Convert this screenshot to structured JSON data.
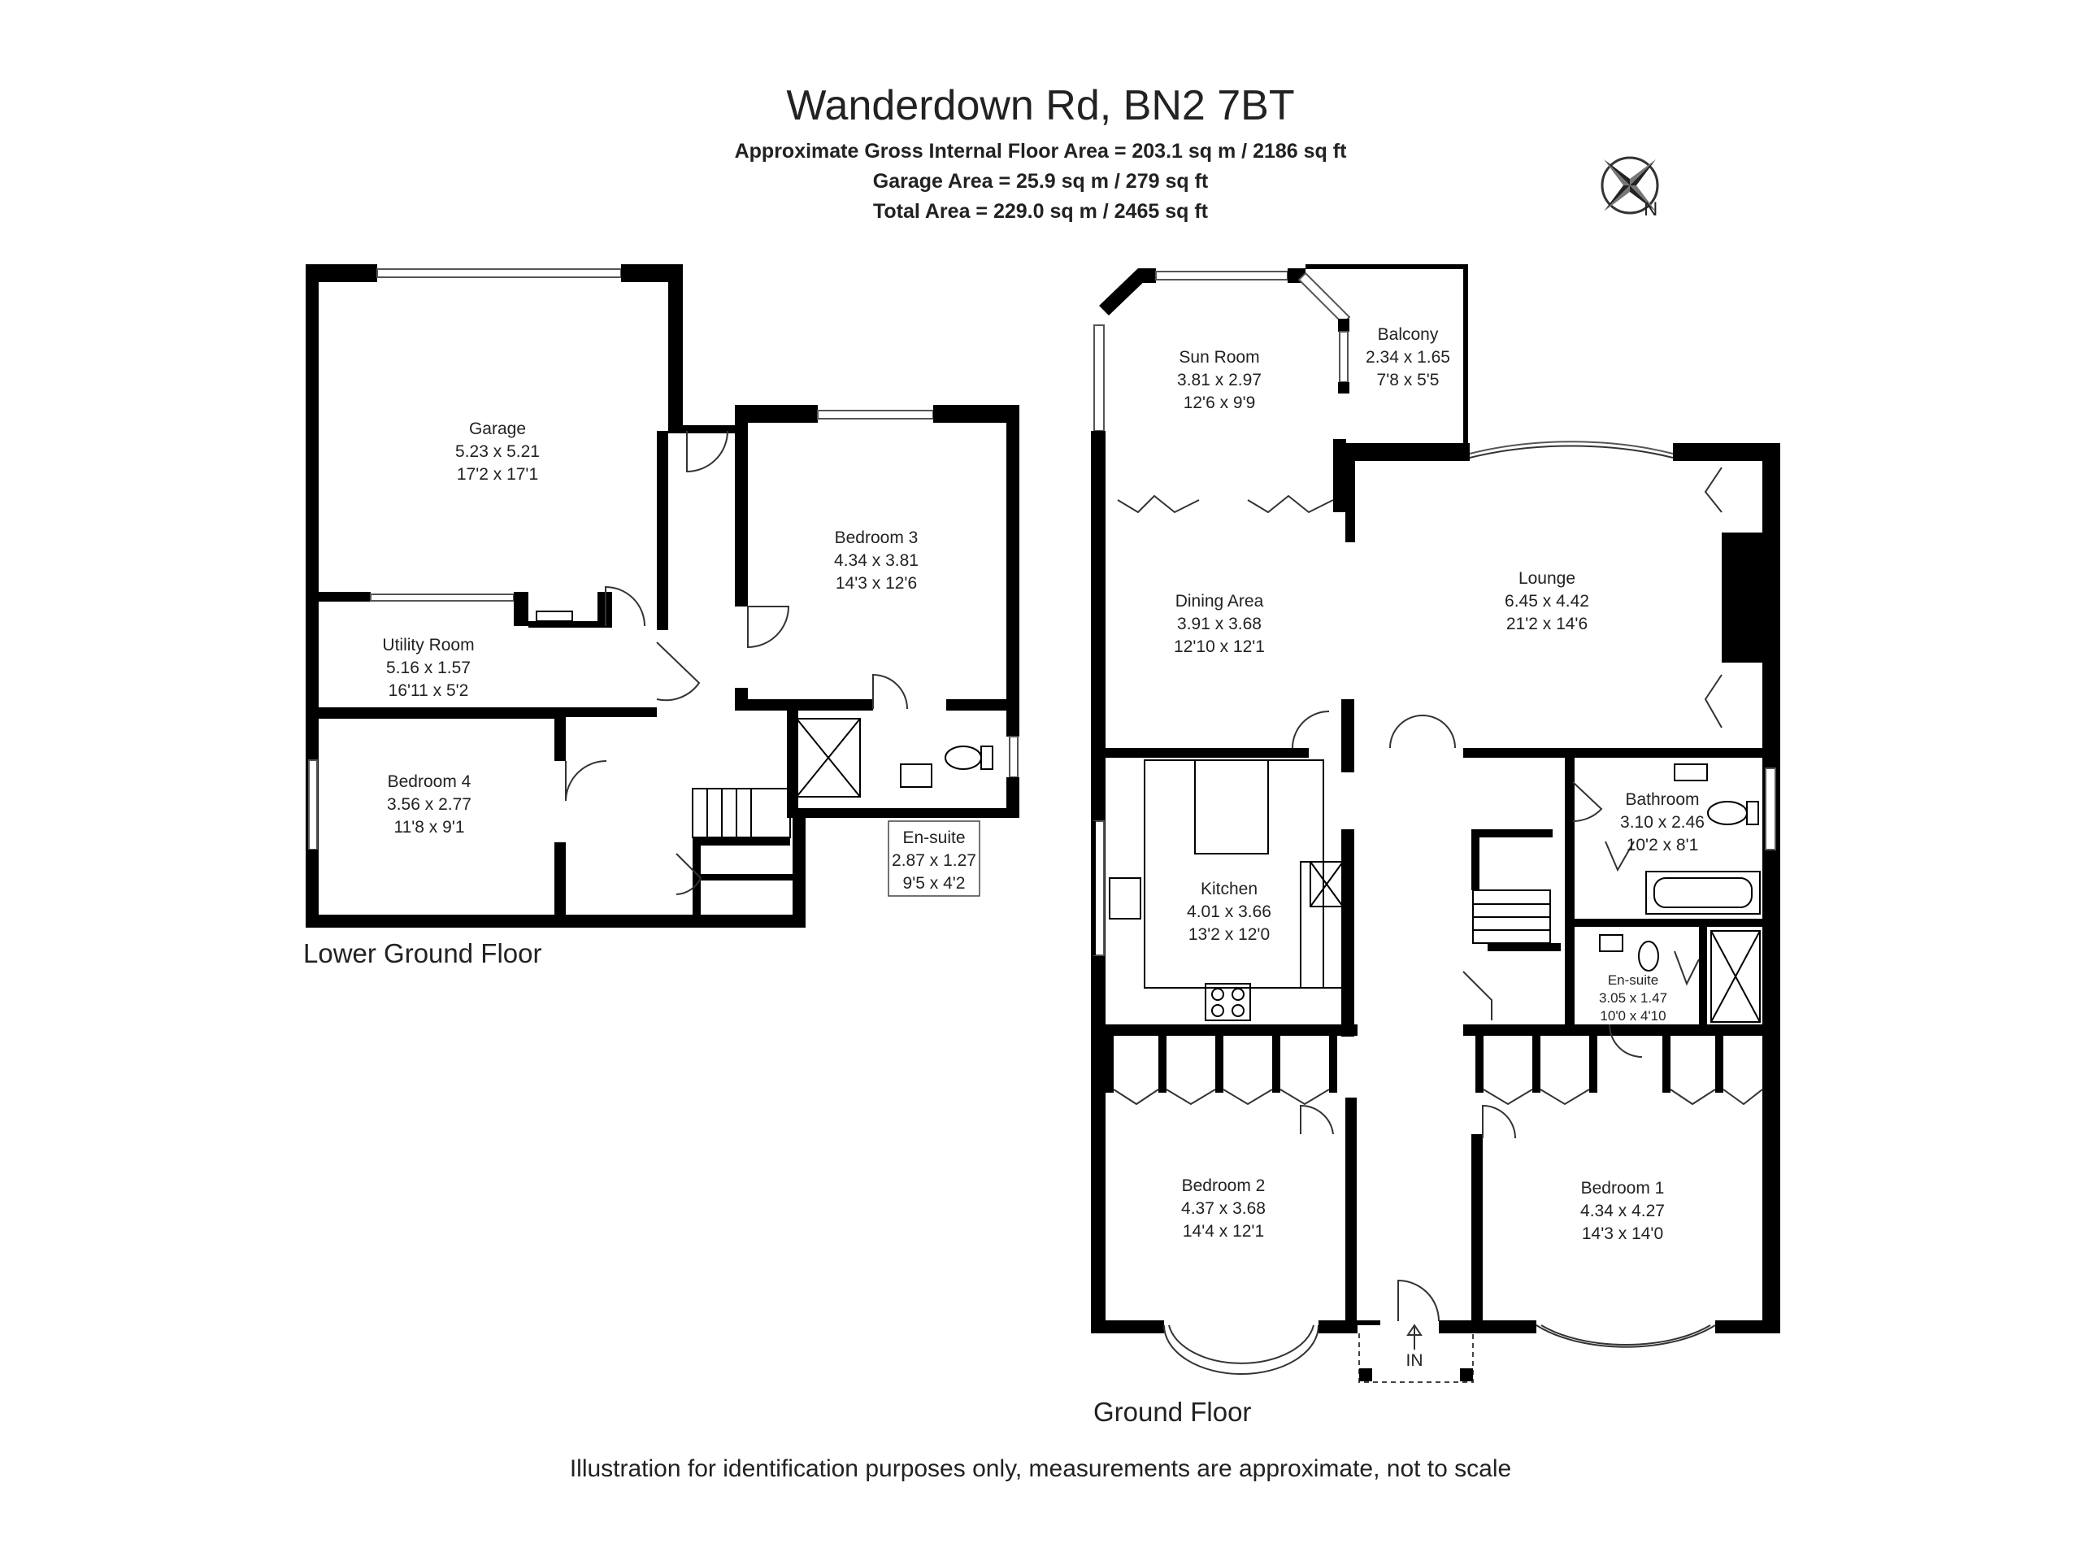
{
  "header": {
    "title": "Wanderdown Rd, BN2 7BT",
    "gross_area": "Approximate Gross Internal Floor Area = 203.1 sq m / 2186 sq ft",
    "garage_area": "Garage Area = 25.9 sq m / 279 sq ft",
    "total_area": "Total Area = 229.0 sq m / 2465 sq ft"
  },
  "compass": {
    "north_label": "N"
  },
  "floors": {
    "lower": {
      "label": "Lower Ground Floor",
      "rooms": {
        "garage": {
          "name": "Garage",
          "metric": "5.23 x 5.21",
          "imperial": "17'2 x 17'1"
        },
        "utility": {
          "name": "Utility Room",
          "metric": "5.16 x 1.57",
          "imperial": "16'11 x 5'2"
        },
        "bedroom3": {
          "name": "Bedroom 3",
          "metric": "4.34 x 3.81",
          "imperial": "14'3 x 12'6"
        },
        "bedroom4": {
          "name": "Bedroom 4",
          "metric": "3.56 x 2.77",
          "imperial": "11'8 x 9'1"
        },
        "ensuite": {
          "name": "En-suite",
          "metric": "2.87 x 1.27",
          "imperial": "9'5 x 4'2"
        }
      }
    },
    "ground": {
      "label": "Ground Floor",
      "entrance_label": "IN",
      "rooms": {
        "sunroom": {
          "name": "Sun Room",
          "metric": "3.81 x 2.97",
          "imperial": "12'6 x 9'9"
        },
        "balcony": {
          "name": "Balcony",
          "metric": "2.34 x 1.65",
          "imperial": "7'8 x 5'5"
        },
        "dining": {
          "name": "Dining Area",
          "metric": "3.91 x 3.68",
          "imperial": "12'10 x 12'1"
        },
        "lounge": {
          "name": "Lounge",
          "metric": "6.45 x 4.42",
          "imperial": "21'2 x 14'6"
        },
        "kitchen": {
          "name": "Kitchen",
          "metric": "4.01 x 3.66",
          "imperial": "13'2 x 12'0"
        },
        "bathroom": {
          "name": "Bathroom",
          "metric": "3.10 x 2.46",
          "imperial": "10'2 x 8'1"
        },
        "ensuite": {
          "name": "En-suite",
          "metric": "3.05 x 1.47",
          "imperial": "10'0 x 4'10"
        },
        "bedroom2": {
          "name": "Bedroom 2",
          "metric": "4.37 x 3.68",
          "imperial": "14'4 x 12'1"
        },
        "bedroom1": {
          "name": "Bedroom 1",
          "metric": "4.34 x 4.27",
          "imperial": "14'3 x 14'0"
        }
      }
    }
  },
  "footer": {
    "disclaimer": "Illustration for identification purposes only, measurements are approximate, not to scale"
  }
}
